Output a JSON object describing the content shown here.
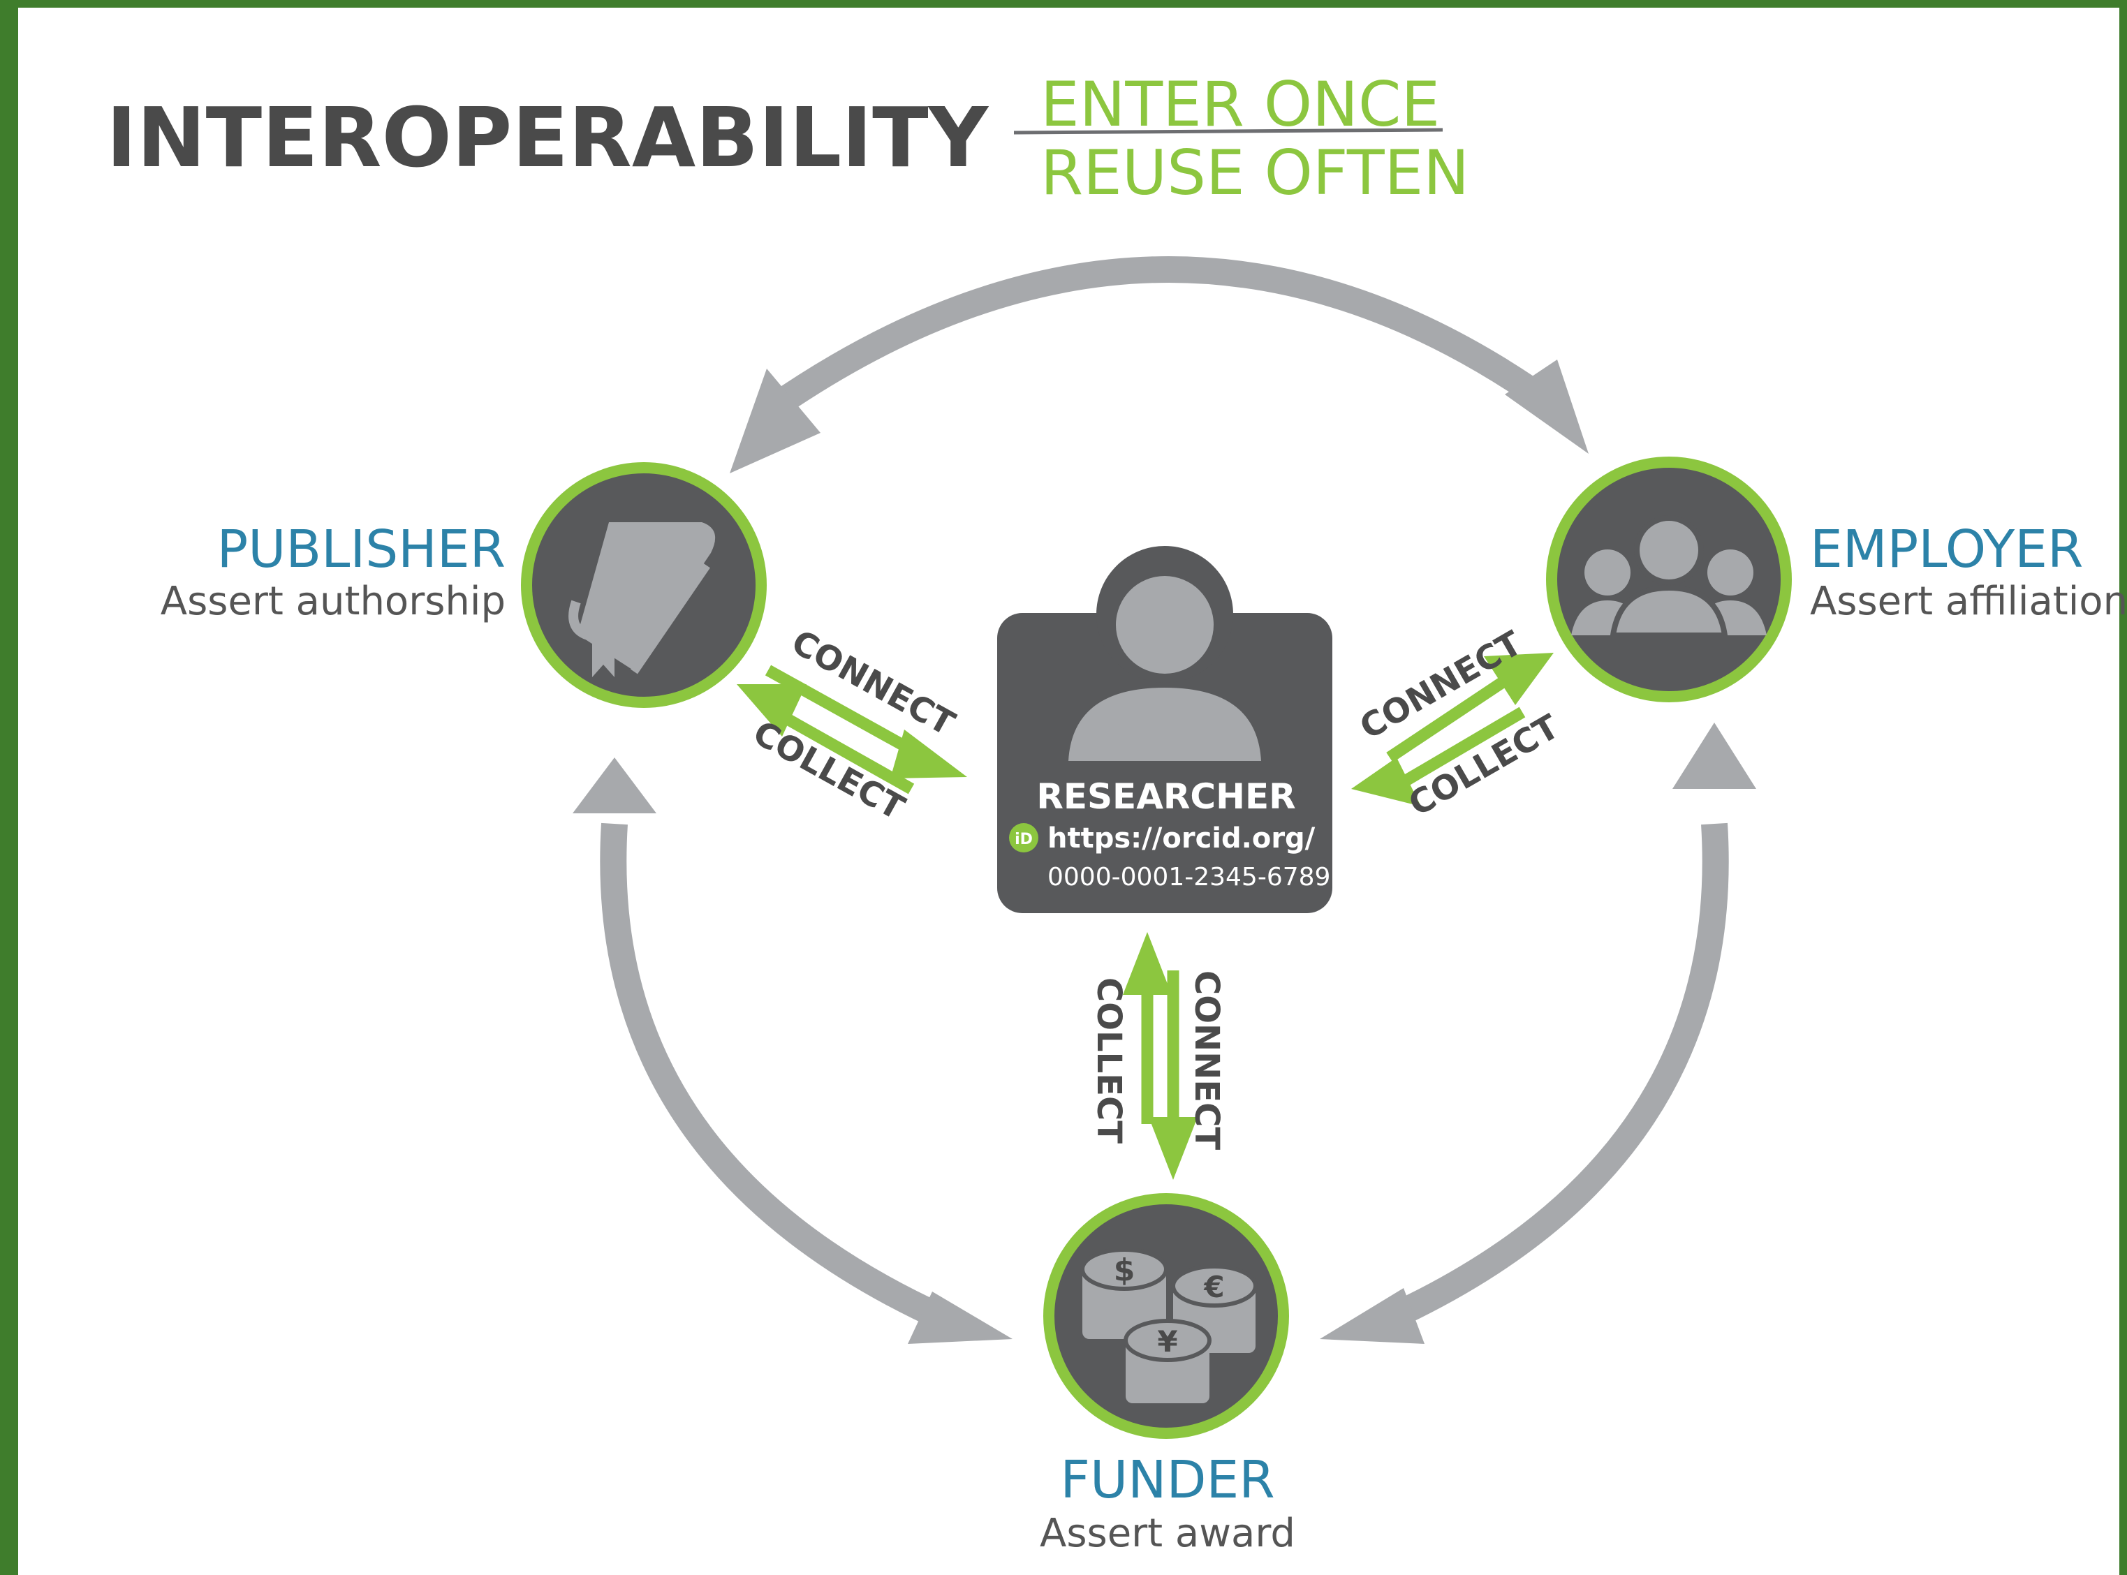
{
  "header": {
    "title": "INTEROPERABILITY",
    "tagline_top": "ENTER ONCE",
    "tagline_bottom": "REUSE OFTEN"
  },
  "nodes": {
    "publisher": {
      "title": "PUBLISHER",
      "subtitle": "Assert authorship",
      "icon": "book-icon"
    },
    "employer": {
      "title": "EMPLOYER",
      "subtitle": "Assert affiliation",
      "icon": "people-icon"
    },
    "funder": {
      "title": "FUNDER",
      "subtitle": "Assert award",
      "icon": "coins-icon"
    }
  },
  "researcher": {
    "title": "RESEARCHER",
    "url_line1": "https://orcid.org/",
    "url_line2": "0000-0001-2345-6789",
    "badge": "iD",
    "icon": "person-icon"
  },
  "links": {
    "publisher": {
      "connect": "CONNECT",
      "collect": "COLLECT"
    },
    "employer": {
      "connect": "CONNECT",
      "collect": "COLLECT"
    },
    "funder": {
      "connect": "CONNECT",
      "collect": "COLLECT"
    }
  },
  "coins": {
    "dollar": "$",
    "euro": "€",
    "yen": "¥"
  },
  "colors": {
    "frame": "#3f7d2c",
    "accent_green": "#8cc63f",
    "node_blue": "#2c82a8",
    "dark_gray": "#58595b",
    "light_gray": "#a7a9ac"
  }
}
